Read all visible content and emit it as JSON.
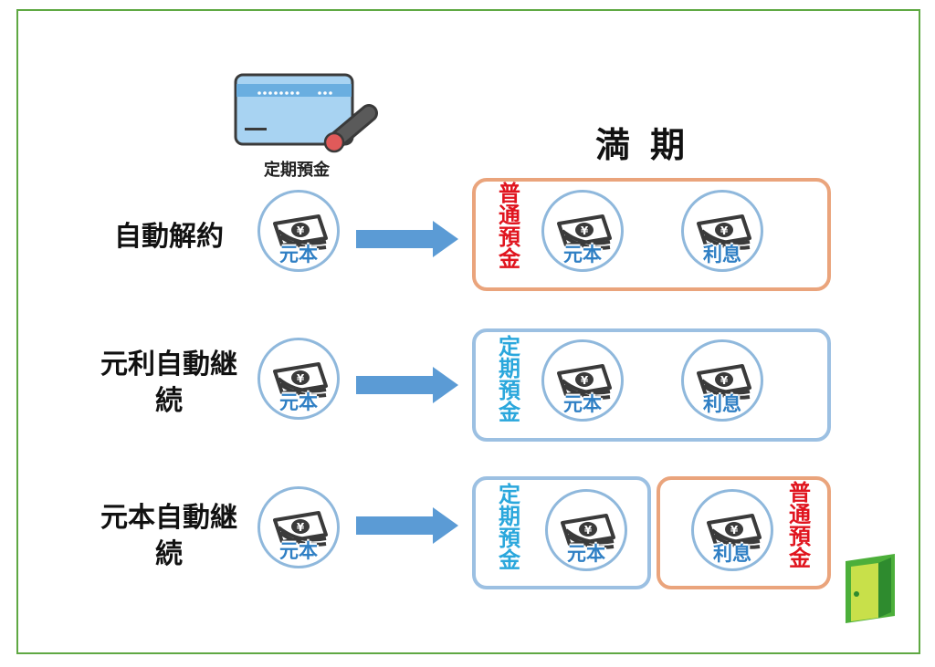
{
  "title": "満期",
  "card_label": "定期預金",
  "rows": [
    {
      "label": "自動解約"
    },
    {
      "label": "元利自動継続"
    },
    {
      "label": "元本自動継続"
    }
  ],
  "coin_labels": {
    "principal": "元本",
    "interest": "利息"
  },
  "account_labels": {
    "ordinary": "普通預金",
    "time": "定期預金"
  },
  "colors": {
    "frame": "#5fa843",
    "ordinary_box": "#eaa47c",
    "time_box": "#9cc0e2",
    "arrow": "#5b9bd5",
    "ordinary_text": "#e0141e",
    "time_text": "#2aa7dc"
  },
  "logo": "door-logo-icon"
}
